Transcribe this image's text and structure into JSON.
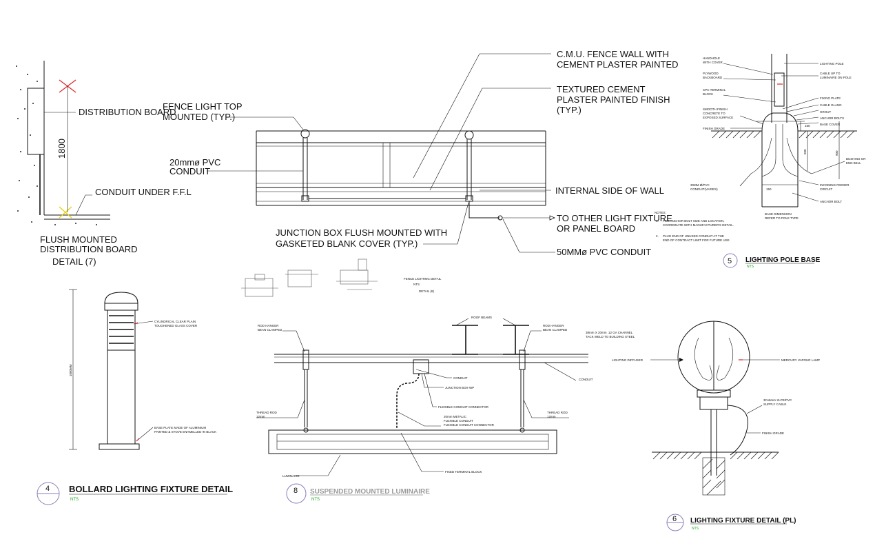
{
  "detail7": {
    "distribution_board": "DISTRIBUTION BOARD",
    "dimension": "1800",
    "conduit_under": "CONDUIT UNDER F.F.L",
    "caption_line1": "FLUSH MOUNTED",
    "caption_line2": "DISTRIBUTION BOARD",
    "caption_line3": "DETAIL (7)"
  },
  "fence": {
    "cmu_line1": "C.M.U. FENCE WALL WITH",
    "cmu_line2": "CEMENT PLASTER PAINTED",
    "textured_line1": "TEXTURED CEMENT",
    "textured_line2": "PLASTER PAINTED FINISH",
    "textured_line3": "(TYP.)",
    "light_line1": "FENCE LIGHT TOP",
    "light_line2": "MOUNTED (TYP.)",
    "pvc_line1": "20mmø PVC",
    "pvc_line2": "CONDUIT",
    "internal_side": "INTERNAL SIDE OF WALL",
    "other_line1": "TO OTHER LIGHT FIXTURE",
    "other_line2": "OR PANEL BOARD",
    "junction_line1": "JUNCTION BOX FLUSH MOUNTED WITH",
    "junction_line2": "GASKETED BLANK COVER (TYP.)",
    "conduit50": "50MMø PVC CONDUIT",
    "small_title": "FENCE LIGHTING DETAIL",
    "small_nts": "NTS",
    "small_detail": "DETAIL (8)"
  },
  "pole": {
    "handhole": "HANDHOLE\nWITH COVER",
    "plywood": "PLYWOOD\nBACKBOARD",
    "cpc": "CPC TERMINAL\nBLOCK",
    "smooth": "SMOOTH FINISH\nCONCRETE TO\nEXPOSED SURFACE",
    "finish_grade": "FINISH GRADE",
    "conduits": "30MM Ø/PVC\nCONDUIT(VARIES)",
    "lighting_pole": "LIGHTING POLE",
    "cable_up": "CABLE UP TO\nLUMINAIRE ON POLE",
    "fixing_plate": "FIXING PLATE",
    "cable_gland": "CABLE GLAND",
    "grout": "GROUT",
    "anchor_bolts": "ANCHOR BOLTS",
    "base_cover": "BASE COVER",
    "bushing": "BUSHING OR\nEND BELL",
    "incoming": "INCOMING FEEDER\nCIRCUIT",
    "anchor_bolt": "ANCHOR BOLT",
    "base_dim": "BASE DIMENSION\nREFER TO POLE TYPE",
    "dim150a": "150",
    "dim500": "500",
    "dim900": "900",
    "dim150b": "150",
    "notes_title": "NOTES:",
    "note1_num": "1.",
    "note1": "FOR ANCHOR BOLT SIZE AND LOCATION,\nCOORDINATE WITH MANUFACTURER'S DETAIL.",
    "note2_num": "2.",
    "note2": "PLUG END OF UNUSED CONDUIT AT THE\nEND OF CONTRACT LIMIT FOR FUTURE USE.",
    "num": "5",
    "title": "LIGHTING POLE BASE",
    "sub": "NTS"
  },
  "bollard": {
    "glass": "CYLINDRICAL CLEAR PLAIN\nTOUGHENED GLASS COVER",
    "base": "BASE PLATE MADE OF ALUMINIUM\nPAINTED & STOVE ENAMELLED IN BLACK",
    "height": "1080MM",
    "num": "4",
    "title": "BOLLARD LIGHTING FIXTURE DETAIL",
    "sub": "NTS"
  },
  "suspended": {
    "roof_beams": "ROOF BEAMS",
    "rod_left": "ROD HANGER\nBEAN CLAMPED",
    "rod_right": "ROD HANGER\nBEAN CLAMPED",
    "channel": "38mm X 20mm .12 GA CHANNEL\nTACK WELD TO BUILDING STEEL",
    "conduit_a": "CONDUIT",
    "conduit_b": "CONDUIT",
    "junction": "JUNCTION BOX-WP",
    "flex_connector": "FLEXIBLE CONDUIT CONNECTOR",
    "thread_left": "THREAD ROD\n12mm",
    "thread_right": "THREAD ROD\n12mm",
    "metalic": "20mm METALIC\nFLEXIBLE CONDUIT\nFLEXIBLE CONDUIT CONNECTOR",
    "luminaire": "LUMINAIRE",
    "terminal": "FIXED TERMINAL BLOCK",
    "num": "8",
    "title": "SUSPENDED MOUNTED LUMINAIRE",
    "sub": "NTS"
  },
  "fixture": {
    "diffuser": "LIGHTING DIFFUSER",
    "lamp": "MERCURY VAPOUR LAMP",
    "cable": "3Cx6mm XLPE/PVC\nSUPPLY CABLE",
    "grade": "FINISH GRADE",
    "num": "6",
    "title": "LIGHTING FIXTURE DETAIL (PL)",
    "sub": "NTS"
  }
}
